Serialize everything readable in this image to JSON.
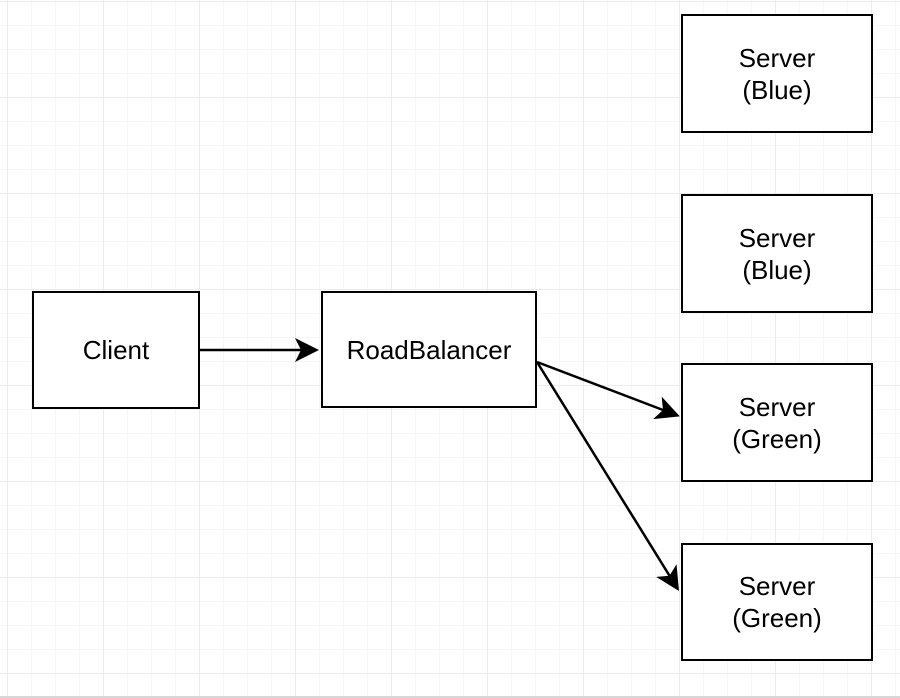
{
  "diagram": {
    "nodes": [
      {
        "id": "client",
        "label": "Client"
      },
      {
        "id": "load-balancer",
        "label": "RoadBalancer"
      },
      {
        "id": "server-blue-1",
        "label": "Server\n(Blue)"
      },
      {
        "id": "server-blue-2",
        "label": "Server\n(Blue)"
      },
      {
        "id": "server-green-1",
        "label": "Server\n(Green)"
      },
      {
        "id": "server-green-2",
        "label": "Server\n(Green)"
      }
    ],
    "edges": [
      {
        "from": "client",
        "to": "load-balancer",
        "arrow": "filled-triangle"
      },
      {
        "from": "load-balancer",
        "to": "server-green-1",
        "arrow": "filled-triangle"
      },
      {
        "from": "load-balancer",
        "to": "server-green-2",
        "arrow": "filled-triangle"
      }
    ],
    "colors": {
      "canvas_bg": "#ffffff",
      "grid_minor": "#f6f6f6",
      "grid_major": "#ececec",
      "node_fill": "#ffffff",
      "node_stroke": "#000000",
      "edge_stroke": "#000000",
      "text": "#000000"
    }
  }
}
